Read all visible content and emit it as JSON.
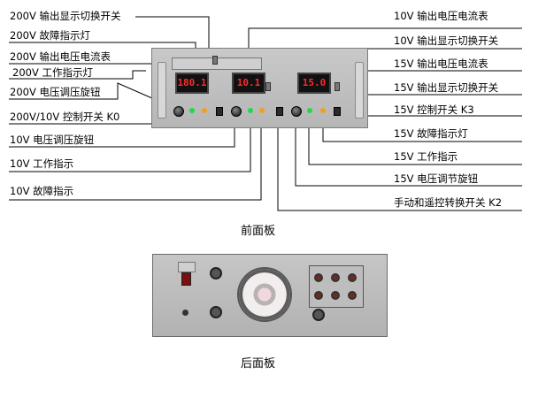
{
  "labels_left": [
    "200V 输出显示切换开关",
    "200V 故障指示灯",
    "200V 输出电压电流表",
    "200V 工作指示灯",
    "200V 电压调压旋钮",
    "200V/10V 控制开关 K0",
    "10V 电压调压旋钮",
    "10V 工作指示",
    "10V 故障指示"
  ],
  "labels_right": [
    "10V 输出电压电流表",
    "10V 输出显示切换开关",
    "15V 输出电压电流表",
    "15V 输出显示切换开关",
    "15V 控制开关 K3",
    "15V 故障指示灯",
    "15V 工作指示",
    "15V 电压调节旋钮",
    "手动和遥控转换开关 K2"
  ],
  "meters": [
    "180.1",
    "10.1",
    "15.0"
  ],
  "captions": {
    "front": "前面板",
    "rear": "后面板"
  },
  "colors": {
    "led_red": "#ff2a2a",
    "lamp_green": "#25d84a",
    "lamp_amber": "#f0a020"
  }
}
